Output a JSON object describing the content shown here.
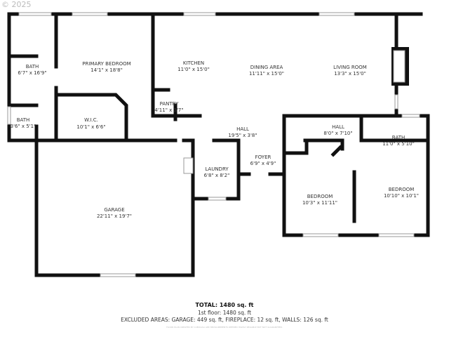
{
  "copyright": "© 2025",
  "rooms": [
    {
      "name": "BATH",
      "size": "6'7\" x 16'9\""
    },
    {
      "name": "PRIMARY BEDROOM",
      "size": "14'1\" x 18'8\""
    },
    {
      "name": "KITCHEN",
      "size": "11'0\" x 15'0\""
    },
    {
      "name": "DINING AREA",
      "size": "11'11\" x 15'0\""
    },
    {
      "name": "LIVING ROOM",
      "size": "13'3\" x 15'0\""
    },
    {
      "name": "PANTRY",
      "size": "4'11\" x 3'7\""
    },
    {
      "name": "BATH",
      "size": "3'6\" x 5'1\""
    },
    {
      "name": "W.I.C.",
      "size": "10'1\" x 6'6\""
    },
    {
      "name": "HALL",
      "size": "19'5\" x 3'8\""
    },
    {
      "name": "HALL",
      "size": "8'0\" x 7'10\""
    },
    {
      "name": "BATH",
      "size": "11'0\" x 5'10\""
    },
    {
      "name": "FOYER",
      "size": "6'9\" x 4'9\""
    },
    {
      "name": "LAUNDRY",
      "size": "6'8\" x 8'2\""
    },
    {
      "name": "BEDROOM",
      "size": "10'3\" x 11'11\""
    },
    {
      "name": "BEDROOM",
      "size": "10'10\" x 10'1\""
    },
    {
      "name": "GARAGE",
      "size": "22'11\" x 19'7\""
    }
  ],
  "summary": {
    "total": "TOTAL: 1480 sq. ft",
    "floor": "1st floor: 1480 sq. ft",
    "excluded": "EXCLUDED AREAS: GARAGE: 449 sq. ft, FIREPLACE: 12 sq. ft, WALLS: 126 sq. ft",
    "disclaimer": "FLOOR PLAN CREATED BY CUBICASA APP. MEASUREMENTS DEEMED HIGHLY RELIABLE BUT NOT GUARANTEED."
  }
}
